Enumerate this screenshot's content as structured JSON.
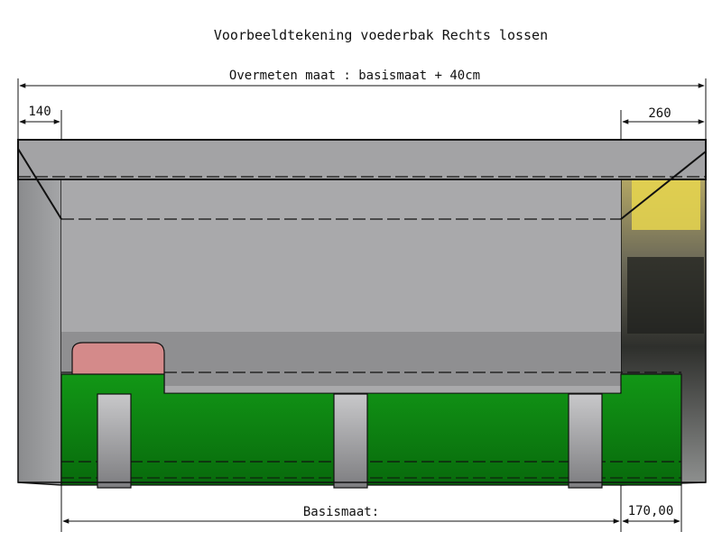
{
  "title": "Voorbeeldtekening voederbak Rechts lossen",
  "dimensions": {
    "overall_label": "Overmeten maat : basismaat + 40cm",
    "left_offset": "140",
    "right_offset_top": "260",
    "base_label": "Basismaat:",
    "right_offset_bottom": "170,00"
  },
  "colors": {
    "hopper_body": "#a9a9ab",
    "side_panel": "#969698",
    "trough_green": "#0f8c14",
    "trough_green_dark": "#0a6a0e",
    "motor_cover": "#d48a8a",
    "support_leg": "#b4b4b6",
    "line": "#111111"
  }
}
